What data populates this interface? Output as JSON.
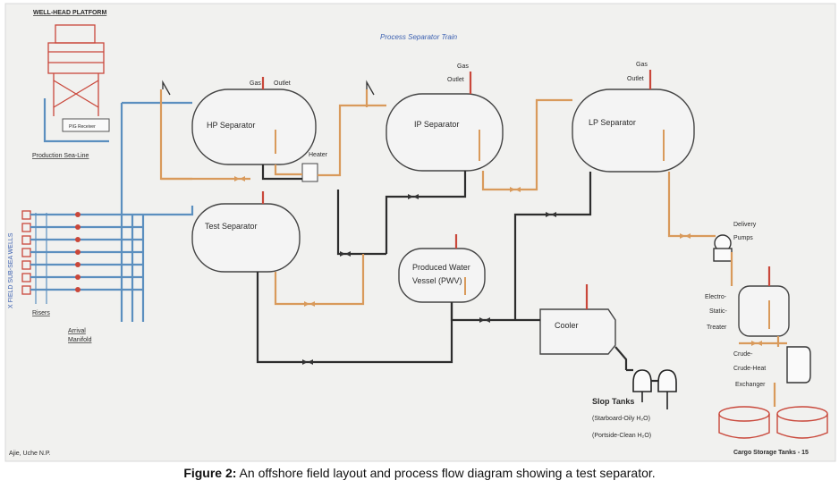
{
  "diagram": {
    "title": "Process Separator Train",
    "wellhead_platform": "WELL-HEAD PLATFORM",
    "pig_receiver": "PIG Receiver",
    "production_sea_line": "Production Sea-Line",
    "x_field_wells": "X FIELD SUB-SEA WELLS",
    "risers": "Risers",
    "arrival_manifold_1": "Arrival",
    "arrival_manifold_2": "Manifold",
    "hp_separator": "HP Separator",
    "ip_separator": "IP Separator",
    "lp_separator": "LP Separator",
    "test_separator": "Test Separator",
    "heater": "Heater",
    "gas_outlet_1": "Gas",
    "gas_outlet_1b": "Outlet",
    "gas_outlet_2": "Gas",
    "gas_outlet_2b": "Outlet",
    "gas_outlet_3": "Gas",
    "gas_outlet_3b": "Outlet",
    "pwv_1": "Produced Water",
    "pwv_2": "Vessel (PWV)",
    "cooler": "Cooler",
    "delivery_pumps_1": "Delivery",
    "delivery_pumps_2": "Pumps",
    "electrostatic_1": "Electro-",
    "electrostatic_2": "Static-",
    "electrostatic_3": "Treater",
    "exchanger_1": "Crude-",
    "exchanger_2": "Crude-Heat",
    "exchanger_3": "Exchanger",
    "slop_tanks": "Slop Tanks",
    "slop_starboard": "(Starboard-Oily H₂O)",
    "slop_portside": "(Portside-Clean H₂O)",
    "cargo_tanks": "Cargo Storage Tanks - 15",
    "author": "Ajie, Uche N.P."
  },
  "caption": {
    "label": "Figure 2:",
    "text": " An offshore field layout and process flow diagram showing a test separator."
  }
}
